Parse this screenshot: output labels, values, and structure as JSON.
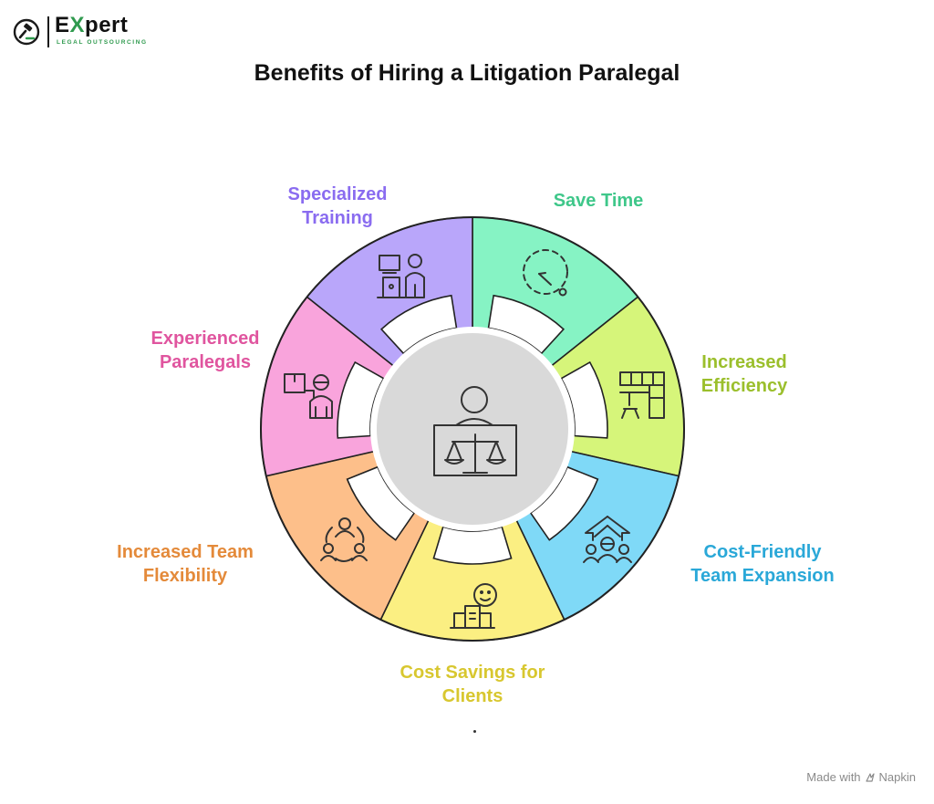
{
  "logo": {
    "word_a": "E",
    "word_x": "X",
    "word_b": "pert",
    "subtitle": "LEGAL OUTSOURCING",
    "accent_color": "#2f9a4e",
    "icon": "gavel-icon"
  },
  "title": "Benefits of Hiring a Litigation Paralegal",
  "center": {
    "icon": "judge-scales-icon",
    "color": "#d9d9d9"
  },
  "segments": [
    {
      "id": "save-time",
      "lines": [
        "Save Time"
      ],
      "color": "#86f3c4",
      "label_color": "#3fc78a",
      "icon": "clock-icon"
    },
    {
      "id": "increased-efficiency",
      "lines": [
        "Increased",
        "Efficiency"
      ],
      "color": "#d6f57a",
      "label_color": "#9bbf2c",
      "icon": "workspace-icon"
    },
    {
      "id": "cost-friendly-team-expansion",
      "lines": [
        "Cost-Friendly",
        "Team Expansion"
      ],
      "color": "#7fd9f7",
      "label_color": "#2aa8d8",
      "icon": "team-growth-icon"
    },
    {
      "id": "cost-savings-for-clients",
      "lines": [
        "Cost Savings for",
        "Clients"
      ],
      "color": "#fbef82",
      "label_color": "#d8c72f",
      "icon": "savings-icon"
    },
    {
      "id": "increased-team-flexibility",
      "lines": [
        "Increased Team",
        "Flexibility"
      ],
      "color": "#fdbf8a",
      "label_color": "#e48a3a",
      "icon": "team-cycle-icon"
    },
    {
      "id": "experienced-paralegals",
      "lines": [
        "Experienced",
        "Paralegals"
      ],
      "color": "#f9a4dc",
      "label_color": "#e0559f",
      "icon": "delivery-person-icon"
    },
    {
      "id": "specialized-training",
      "lines": [
        "Specialized",
        "Training"
      ],
      "color": "#b9a6fa",
      "label_color": "#8a6cf0",
      "icon": "trainer-icon"
    }
  ],
  "footer": {
    "prefix": "Made with",
    "brand": "Napkin"
  }
}
